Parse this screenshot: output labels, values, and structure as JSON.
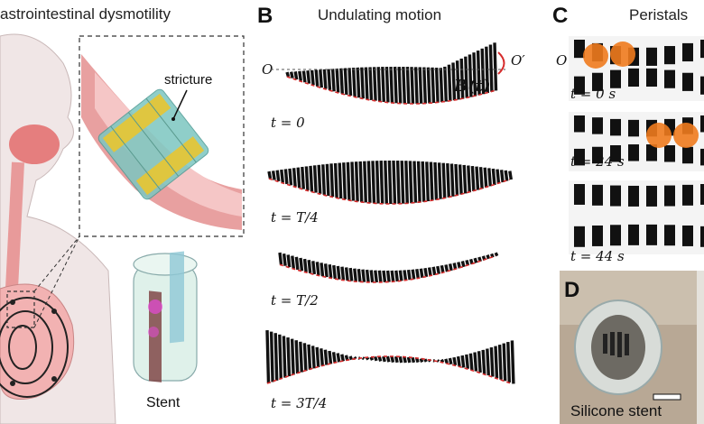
{
  "panelA": {
    "header": "astrointestinal dysmotility",
    "label_stricture": "stricture",
    "label_stent": "Stent"
  },
  "panelB": {
    "letter": "B",
    "header": "Undulating motion",
    "axis_origin": "O",
    "axis_end": "O′",
    "field_label": "B(t)",
    "frames": [
      {
        "label": "t = 0"
      },
      {
        "label": "t = T/4"
      },
      {
        "label": "t = T/2"
      },
      {
        "label": "t = 3T/4"
      }
    ]
  },
  "panelC": {
    "letter": "C",
    "header": "Peristals",
    "axis_origin": "O",
    "frames": [
      {
        "label": "t = 0 s"
      },
      {
        "label": "t = 24 s"
      },
      {
        "label": "t = 44 s"
      }
    ]
  },
  "panelD": {
    "letter": "D",
    "caption": "Silicone stent"
  },
  "colors": {
    "stripe": "#111111",
    "dashed_outline": "#d62a2a",
    "tissue": "#e8a0a0",
    "stent_yellow": "#e8c531",
    "stent_teal": "#5fb9b0",
    "cargo_orange": "#f07b1e"
  }
}
